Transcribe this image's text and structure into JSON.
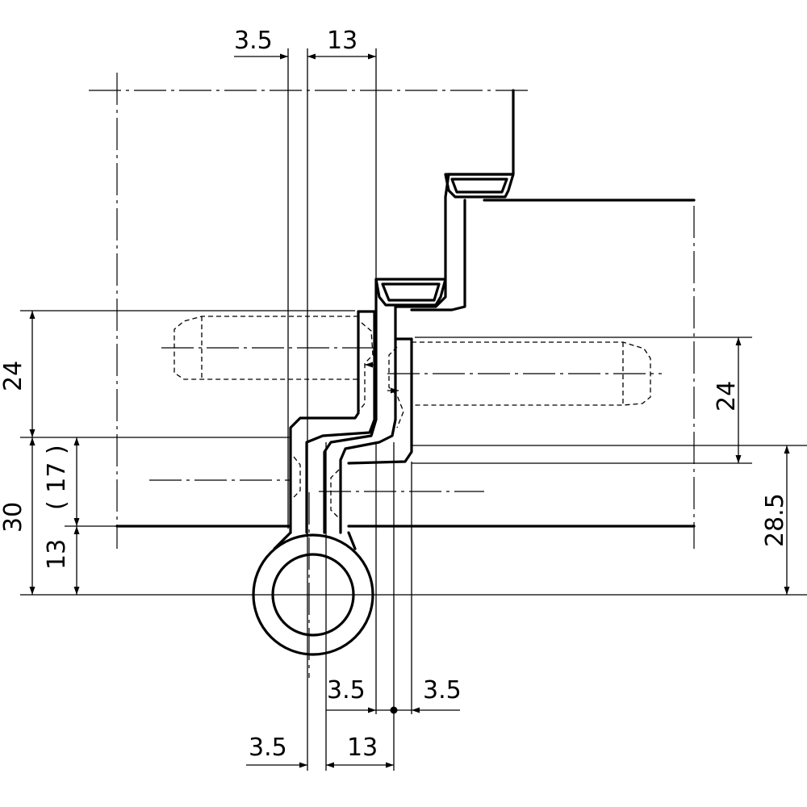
{
  "dimensions": {
    "top_left": "3.5",
    "top_right": "13",
    "left_upper": "24",
    "left_total": "30",
    "left_ref": "( 17 )",
    "left_lower": "13",
    "right_upper": "24",
    "right_lower": "28.5",
    "bottom_mid_left": "3.5",
    "bottom_mid_right": "3.5",
    "bottom_left": "3.5",
    "bottom_right": "13"
  },
  "colors": {
    "ink": "#000000",
    "paper": "#ffffff"
  }
}
